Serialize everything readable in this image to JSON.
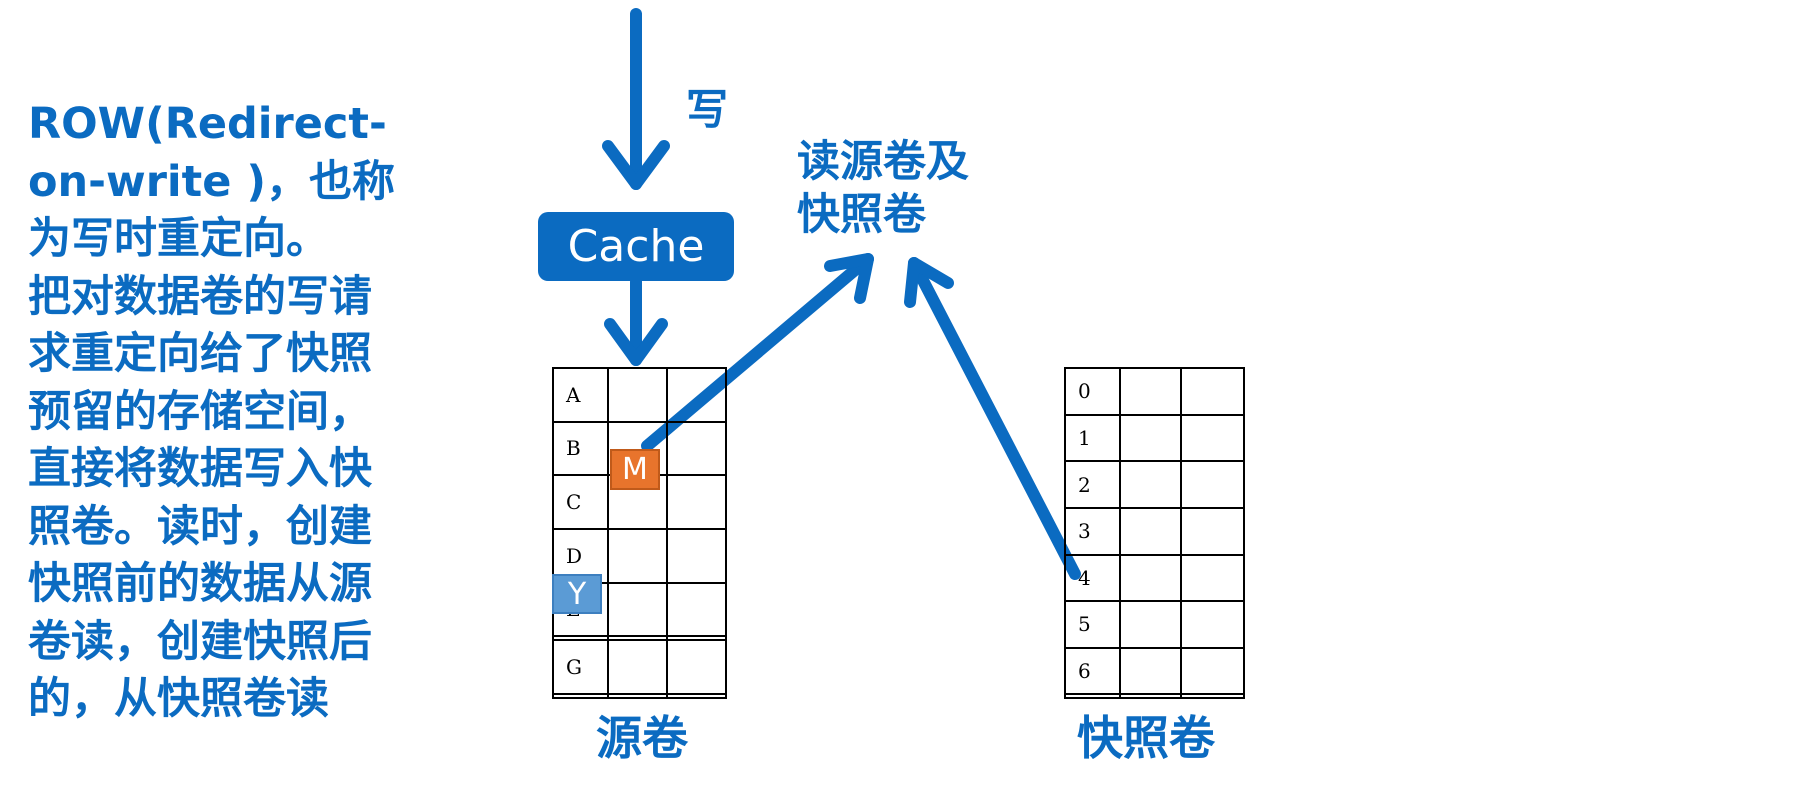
{
  "description_lines": [
    "ROW(Redirect-",
    "on-write )，也称",
    "为写时重定向。",
    "把对数据卷的写请",
    "求重定向给了快照",
    "预留的存储空间，",
    "直接将数据写入快",
    "照卷。读时，创建",
    "快照前的数据从源",
    "卷读，创建快照后",
    "的，从快照卷读"
  ],
  "write_label": "写",
  "read_label_lines": [
    "读源卷及",
    "快照卷"
  ],
  "cache_label": "Cache",
  "source_volume": {
    "label": "源卷",
    "rows": [
      "A",
      "B",
      "C",
      "D",
      "E",
      "",
      "G",
      ""
    ]
  },
  "snapshot_volume": {
    "label": "快照卷",
    "rows": [
      "0",
      "1",
      "2",
      "3",
      "4",
      "5",
      "6",
      ""
    ]
  },
  "marker_m": {
    "label": "M",
    "color": "#e8742c"
  },
  "marker_y": {
    "label": "Y",
    "color": "#5b9bd5"
  },
  "colors": {
    "accent": "#0b6bc1"
  }
}
